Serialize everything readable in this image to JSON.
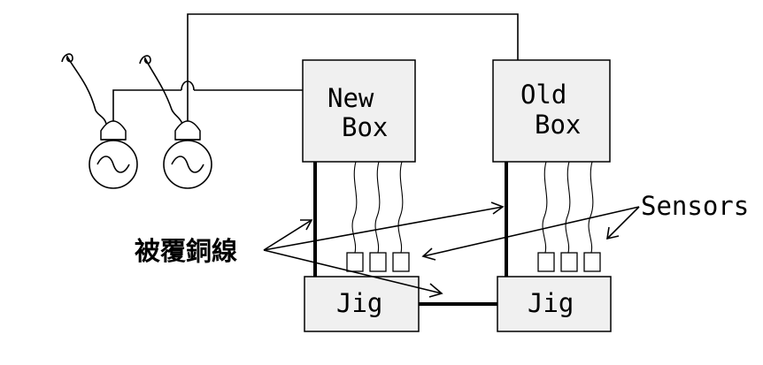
{
  "boxes": {
    "new_line1": "New",
    "new_line2": "Box",
    "old_line1": "Old",
    "old_line2": "Box",
    "jig_left": "Jig",
    "jig_right": "Jig"
  },
  "labels": {
    "sensors": "Sensors",
    "copper_wire": "被覆銅線"
  },
  "colors": {
    "box_fill": "#f0f0f0",
    "line": "#000000"
  }
}
